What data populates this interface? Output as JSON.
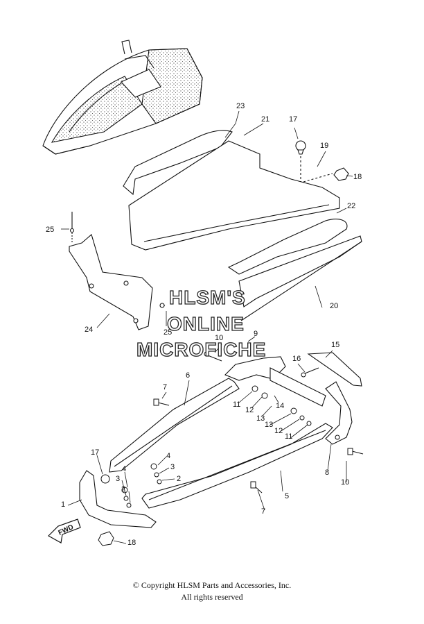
{
  "watermark": {
    "line1": "HLSM'S",
    "line2": "ONLINE",
    "line3": "MICROFICHE"
  },
  "callouts": [
    "23",
    "21",
    "17",
    "19",
    "18",
    "22",
    "25",
    "24",
    "25",
    "20",
    "9",
    "10",
    "15",
    "16",
    "7",
    "6",
    "11",
    "12",
    "13",
    "14",
    "13",
    "12",
    "11",
    "17",
    "4",
    "3",
    "2",
    "4",
    "3",
    "2",
    "1",
    "8",
    "10",
    "5",
    "7",
    "18"
  ],
  "fwd_label": "FWD",
  "copyright": {
    "line1": "© Copyright HLSM Parts and Accessories, Inc.",
    "line2": "All rights reserved"
  }
}
